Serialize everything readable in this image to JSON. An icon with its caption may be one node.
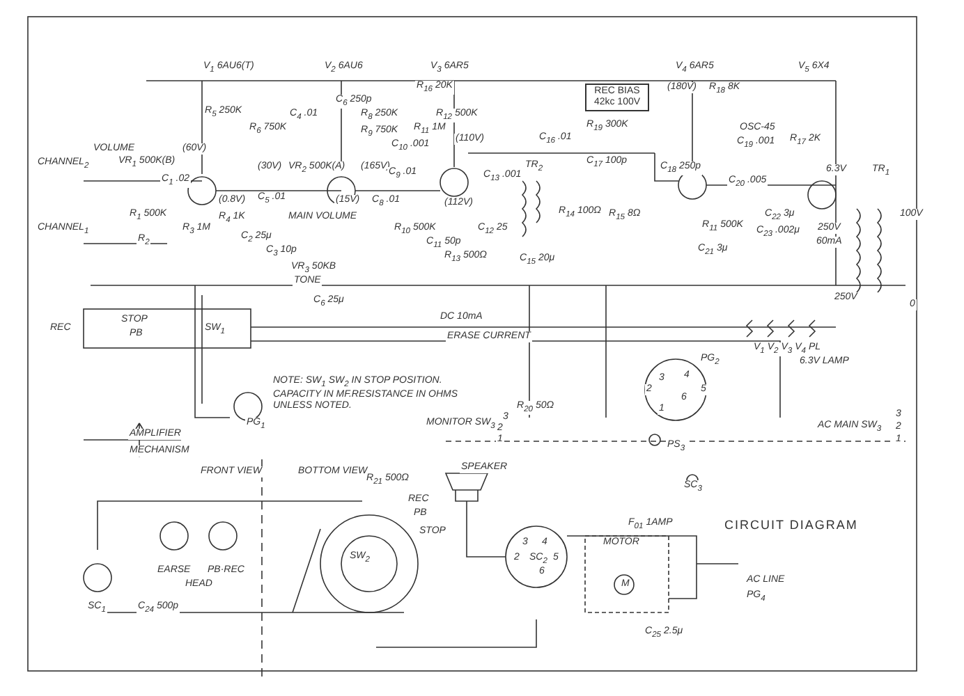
{
  "diagram": {
    "caption": "CIRCUIT DIAGRAM",
    "nodes": [
      {
        "text": [
          "REC BIAS 42kc 100V"
        ]
      }
    ],
    "labels": [
      "V$_{1}$ 6AU6(T)",
      "V$_{2}$ 6AU6",
      "V$_{3}$ 6AR5",
      "V$_{4}$ 6AR5",
      "V$_{5}$ 6X4",
      "R$_{16}$ 20K",
      "(180V)",
      "R$_{18}$ 8K",
      "R$_{5}$ 250K",
      "R$_{6}$ 750K",
      "C$_{4}$ .01",
      "C$_{6}$ 250p",
      "R$_{8}$ 250K",
      "R$_{9}$ 750K",
      "C$_{10}$ .001",
      "R$_{11}$ 1M",
      "R$_{12}$ 500K",
      "(110V)",
      "C$_{16}$ .01",
      "R$_{19}$ 300K",
      "OSC-45",
      "C$_{19}$ .001",
      "R$_{17}$ 2K",
      "VOLUME",
      "VR$_{1}$ 500K(B)",
      "(60V)",
      "(30V)",
      "VR$_{2}$ 500K(A)",
      "(165V)",
      "C$_{17}$ 100p",
      "C$_{18}$ 250p",
      "CHANNEL$_{2}$",
      "C$_{1}$ .02",
      "C$_{9}$ .01",
      "C$_{13}$ .001",
      "TR$_{2}$",
      "C$_{20}$ .005",
      "6.3V",
      "TR$_{1}$",
      "C$_{5}$ .01",
      "(15V)",
      "C$_{8}$ .01",
      "MAIN VOLUME",
      "(112V)",
      "R$_{1}$ 500K",
      "(0.8V)",
      "R$_{4}$ 1K",
      "R$_{3}$ 1M",
      "R$_{14}$ 100Ω",
      "R$_{15}$ 8Ω",
      "R$_{11}$ 500K",
      "100V",
      "C$_{22}$ 3μ",
      "C$_{23}$ .002μ",
      "250V",
      "60mA",
      "CHANNEL$_{1}$",
      "R$_{2}$",
      "C$_{2}$ 25μ",
      "C$_{3}$ 10p",
      "R$_{10}$ 500K",
      "C$_{11}$ 50p",
      "R$_{13}$ 500Ω",
      "C$_{12}$ 25",
      "C$_{15}$ 20μ",
      "C$_{21}$ 3μ",
      "VR$_{3}$ 50KB",
      "TONE",
      "C$_{6}$ 25μ",
      "250V",
      "0",
      "STOP",
      "REC",
      "PB",
      "SW$_{1}$",
      "DC 10mA",
      "ERASE CURRENT",
      "V$_{1}$ V$_{2}$ V$_{3}$ V$_{4}$ PL",
      "6.3V LAMP",
      "PG$_{2}$",
      "3",
      "4",
      "2",
      "5",
      "1",
      "6",
      "NOTE: SW$_{1}$ SW$_{2}$ IN STOP POSITION. CAPACITY IN MF.RESISTANCE IN OHMS UNLESS NOTED.",
      "PG$_{1}$",
      "R$_{20}$ 50Ω",
      "MONITOR SW$_{3}$",
      "3",
      "2",
      "1",
      "PS$_{3}$",
      "AC MAIN SW$_{3}$",
      "3",
      "2",
      "1",
      "AMPLIFIER",
      "MECHANISM",
      "FRONT VIEW",
      "BOTTOM VIEW",
      "R$_{21}$ 500Ω",
      "SPEAKER",
      "SC$_{3}$",
      "REC",
      "PB",
      "STOP",
      "F$_{01}$ 1AMP",
      "MOTOR",
      "EARSE",
      "PB·REC",
      "HEAD",
      "SW$_{2}$",
      "3",
      "4",
      "2",
      "SC$_{2}$",
      "5",
      "6",
      "M",
      "AC LINE",
      "PG$_{4}$",
      "SC$_{1}$",
      "C$_{24}$ 500p",
      "C$_{25}$ 2.5μ"
    ]
  }
}
